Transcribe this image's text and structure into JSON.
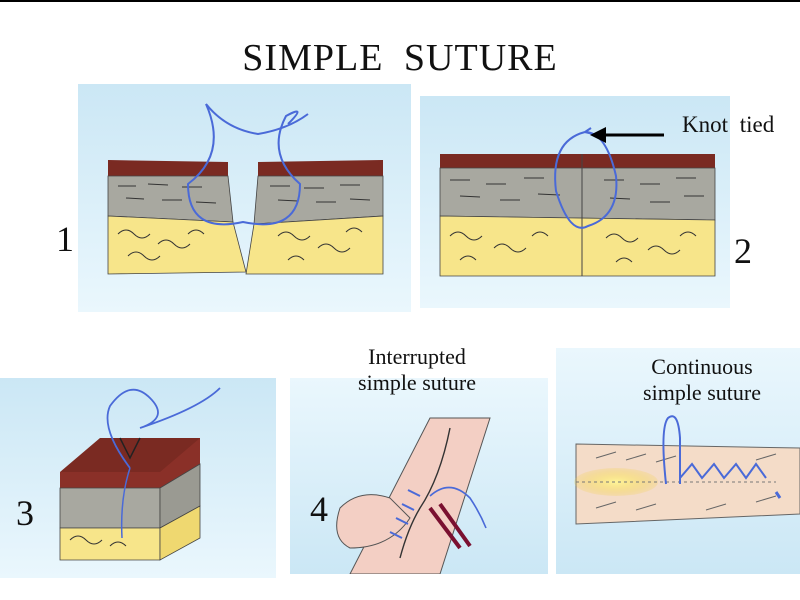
{
  "title": "SIMPLE  SUTURE",
  "panels": [
    {
      "number": "1"
    },
    {
      "number": "2",
      "annotation": "Knot  tied"
    },
    {
      "number": "3"
    },
    {
      "number": "4",
      "caption_line1": "Interrupted",
      "caption_line2": "simple  suture"
    },
    {
      "caption_line1": "Continuous",
      "caption_line2": "simple  suture"
    }
  ],
  "colors": {
    "panel_bg_top": "#cbe7f5",
    "panel_bg_bottom": "#e9f6fc",
    "epidermis": "#7a2a22",
    "dermis": "#a8a8a0",
    "fat": "#f7e58a",
    "suture": "#4a6ad8",
    "skin_tone": "#f3cfc4"
  }
}
